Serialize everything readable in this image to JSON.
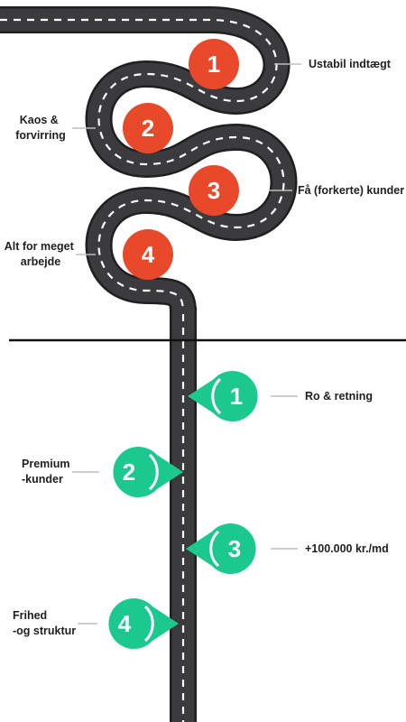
{
  "colors": {
    "problem_accent": "#E8492B",
    "solution_accent": "#1BC98E",
    "road": "#3B3B3D",
    "road_edge": "#1F1F21",
    "lane_marking": "#FFFFFF",
    "divider": "#111111",
    "connector": "#BDBDBD",
    "label_text": "#1F1F1F"
  },
  "problems": [
    {
      "number": "1",
      "label_lines": [
        "Ustabil indtægt"
      ]
    },
    {
      "number": "2",
      "label_lines": [
        "Kaos &",
        "forvirring"
      ]
    },
    {
      "number": "3",
      "label_lines": [
        "Få (forkerte) kunder"
      ]
    },
    {
      "number": "4",
      "label_lines": [
        "Alt for meget",
        "arbejde"
      ]
    }
  ],
  "solutions": [
    {
      "number": "1",
      "label_lines": [
        "Ro & retning"
      ]
    },
    {
      "number": "2",
      "label_lines": [
        "Premium",
        "-kunder"
      ]
    },
    {
      "number": "3",
      "label_lines": [
        "+100.000 kr./md"
      ]
    },
    {
      "number": "4",
      "label_lines": [
        "Frihed",
        "-og struktur"
      ]
    }
  ]
}
